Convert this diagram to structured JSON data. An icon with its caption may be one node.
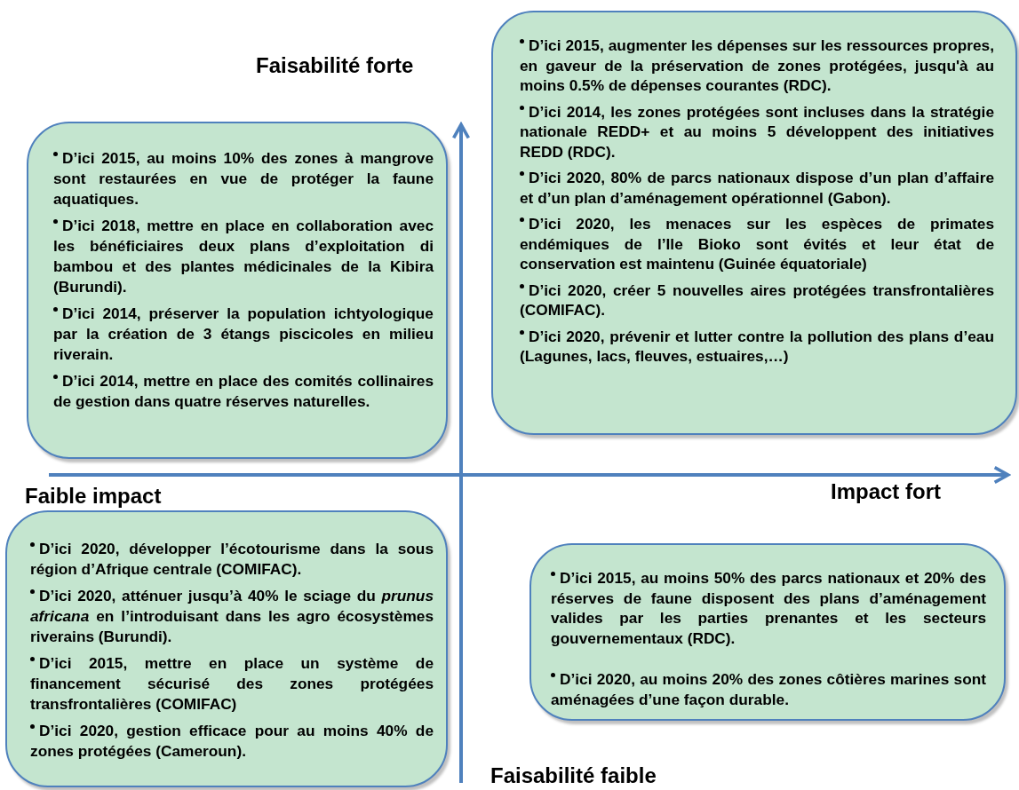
{
  "diagram": {
    "nodes": [
      {
        "text": [
          "D’ici 2015, au moins 10% des zones à mangrove sont restaurées en vue de protéger la faune aquatiques.",
          "D’ici 2018, mettre en place en collaboration avec les bénéficiaires deux plans d’exploitation di bambou et des plantes médicinales de la Kibira (Burundi).",
          "D’ici 2014, préserver la population ichtyologique par la création de 3 étangs piscicoles en milieu riverain.",
          "D’ici 2014, mettre en place des comités collinaires de gestion dans quatre réserves naturelles."
        ]
      },
      {
        "text": [
          "D’ici 2015, augmenter les dépenses sur les ressources propres, en gaveur de la préservation de zones protégées, jusqu'à au moins 0.5% de dépenses courantes (RDC).",
          "D’ici 2014, les zones protégées sont incluses dans la stratégie nationale REDD+ et au moins 5 développent des initiatives REDD (RDC).",
          "D’ici 2020, 80% de parcs nationaux dispose d’un plan d’affaire et d’un plan d’aménagement opérationnel (Gabon).",
          "D’ici 2020, les menaces sur les espèces de primates endémiques de l’Ile Bioko sont évités et leur état de conservation est maintenu (Guinée équatoriale)",
          "D’ici 2020, créer 5 nouvelles aires protégées transfrontalières (COMIFAC).",
          "D’ici 2020, prévenir et lutter contre la pollution des plans d’eau (Lagunes, lacs, fleuves, estuaires,…)"
        ]
      },
      {
        "text": [
          "D’ici 2020, développer l’écotourisme dans la sous région d’Afrique centrale (COMIFAC).",
          "D’ici 2020, atténuer jusqu’à 40% le sciage du *prunus africana* en l’introduisant dans les agro écosystèmes riverains (Burundi).",
          "D’ici 2015, mettre en place un système de financement sécurisé des zones protégées transfrontalières (COMIFAC)",
          "D’ici 2020, gestion efficace pour au moins 40% de zones protégées (Cameroun)."
        ]
      },
      {
        "text": [
          "D’ici 2015, au moins 50% des parcs nationaux et 20% des réserves de faune disposent des plans d’aménagement valides par les parties prenantes et les secteurs gouvernementaux (RDC).",
          "D’ici 2020, au moins 20% des zones côtières marines sont aménagées d’une façon durable."
        ]
      }
    ],
    "edges": [],
    "labels": [
      "Faisabilité forte",
      "Faible impact",
      "Impact fort",
      "Faisabilité faible"
    ]
  }
}
